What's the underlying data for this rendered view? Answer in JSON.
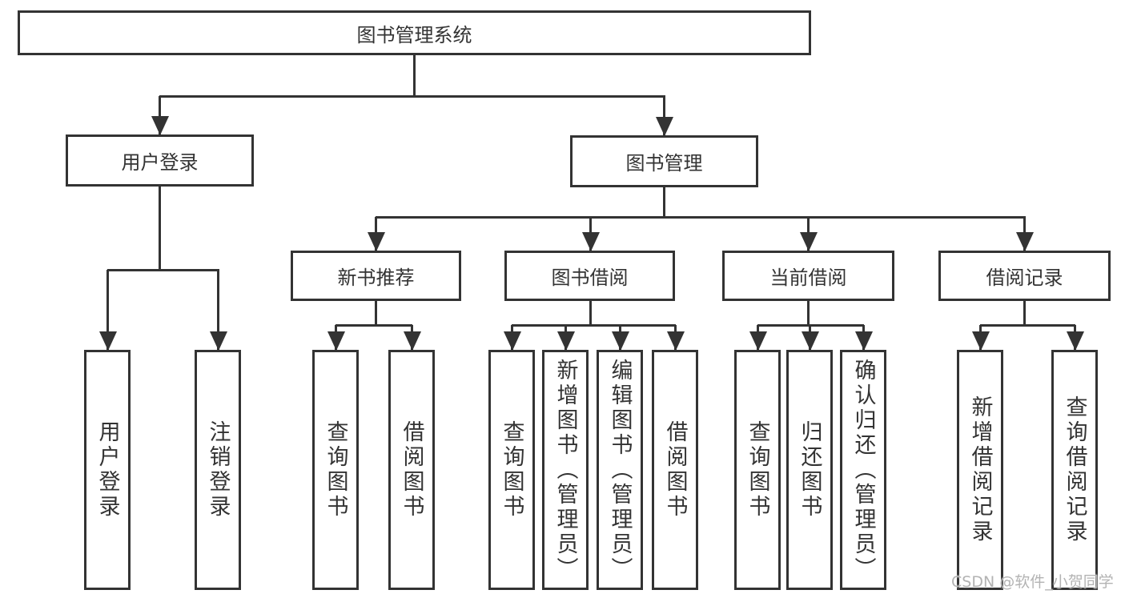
{
  "diagram": {
    "type": "hierarchy-tree",
    "tree": {
      "root": {
        "label": "图书管理系统"
      },
      "level2": [
        {
          "label": "用户登录",
          "children": [
            {
              "label": "用户登录"
            },
            {
              "label": "注销登录"
            }
          ]
        },
        {
          "label": "图书管理",
          "children": [
            {
              "label": "新书推荐",
              "children": [
                {
                  "label": "查询图书"
                },
                {
                  "label": "借阅图书"
                }
              ]
            },
            {
              "label": "图书借阅",
              "children": [
                {
                  "label": "查询图书"
                },
                {
                  "label": "新增图书（管理员）"
                },
                {
                  "label": "编辑图书（管理员）"
                },
                {
                  "label": "借阅图书"
                }
              ]
            },
            {
              "label": "当前借阅",
              "children": [
                {
                  "label": "查询图书"
                },
                {
                  "label": "归还图书"
                },
                {
                  "label": "确认归还（管理员）"
                }
              ]
            },
            {
              "label": "借阅记录",
              "children": [
                {
                  "label": "新增借阅记录"
                },
                {
                  "label": "查询借阅记录"
                }
              ]
            }
          ]
        }
      ]
    },
    "colors": {
      "line": "#333333",
      "box_fill": "#ffffff",
      "text": "#333333",
      "background": "#ffffff",
      "watermark": "#b3b3b3"
    }
  },
  "watermark": {
    "text": "CSDN @软件_小贺同学"
  }
}
